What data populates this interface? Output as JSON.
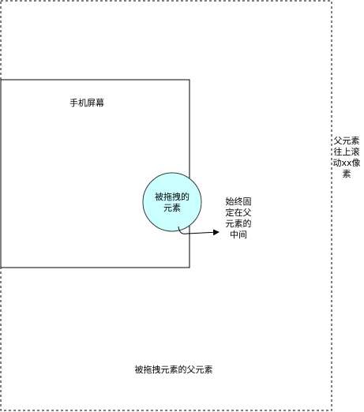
{
  "diagram": {
    "parent": {
      "label": "被拖拽元素的父元素",
      "note": "父元素\n往上滚\n动xx像\n素",
      "border_color": "#000000"
    },
    "screen": {
      "label": "手机屏幕",
      "border_color": "#000000"
    },
    "dragged": {
      "label": "被拖拽的\n元素",
      "fill_color": "#ccffff",
      "border_color": "#36393d"
    },
    "annotation": {
      "label": "始终固\n定在父\n元素的\n中间"
    }
  }
}
